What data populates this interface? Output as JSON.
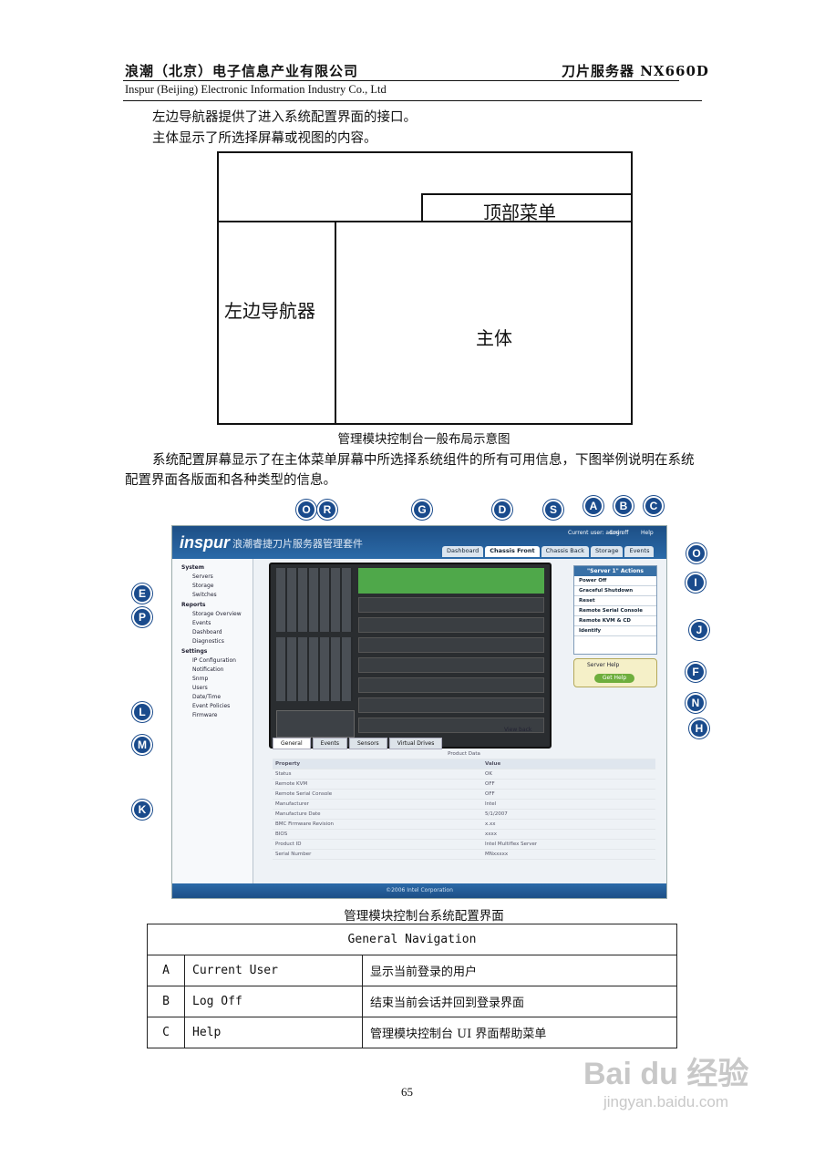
{
  "header": {
    "company_cn": "浪潮（北京）电子信息产业有限公司",
    "product": "刀片服务器 NX660D",
    "company_en": "Inspur (Beijing) Electronic Information Industry Co., Ltd"
  },
  "intro": {
    "line1": "左边导航器提供了进入系统配置界面的接口。",
    "line2": "主体显示了所选择屏幕或视图的内容。"
  },
  "layout_diagram": {
    "top_menu": "顶部菜单",
    "left_nav": "左边导航器",
    "main": "主体",
    "caption": "管理模块控制台一般布局示意图"
  },
  "paragraph": "系统配置屏幕显示了在主体菜单屏幕中所选择系统组件的所有可用信息，下图举例说明在系统配置界面各版面和各种类型的信息。",
  "screenshot": {
    "logo": "inspur",
    "suite_title": "浪潮睿捷刀片服务器管理套件",
    "current_user": "Current user: admin",
    "log_off": "Log off",
    "help": "Help",
    "tabs": [
      "Dashboard",
      "Chassis Front",
      "Chassis Back",
      "Storage",
      "Events"
    ],
    "nav": [
      "System",
      "Servers",
      "Storage",
      "Switches",
      "Reports",
      "Storage Overview",
      "Events",
      "Dashboard",
      "Diagnostics",
      "Settings",
      "IP Configuration",
      "Notification",
      "Snmp",
      "Users",
      "Date/Time",
      "Event Policies",
      "Firmware"
    ],
    "actions_title": "\"Server 1\" Actions",
    "actions": [
      "Power Off",
      "Graceful Shutdown",
      "Reset",
      "Remote Serial Console",
      "Remote KVM & CD",
      "Identify"
    ],
    "server_help": "Server Help",
    "get_help": "Get Help",
    "view_back": "View back",
    "panel_tabs": [
      "General",
      "Events",
      "Sensors",
      "Virtual Drives"
    ],
    "product_data": "Product Data",
    "col_property": "Property",
    "col_value": "Value",
    "rows": [
      [
        "Status",
        "OK"
      ],
      [
        "Remote KVM",
        "OFF"
      ],
      [
        "Remote Serial Console",
        "OFF"
      ],
      [
        "Manufacturer",
        "Intel"
      ],
      [
        "Manufacture Date",
        "5/1/2007"
      ],
      [
        "BMC Firmware Revision",
        "x.xx"
      ],
      [
        "BIOS",
        "xxxx"
      ],
      [
        "Product ID",
        "Intel Multiflex Server"
      ],
      [
        "Serial Number",
        "MNxxxxx"
      ]
    ],
    "footer": "©2006 Intel Corporation",
    "callouts": [
      "O",
      "R",
      "G",
      "D",
      "S",
      "A",
      "B",
      "C",
      "O",
      "I",
      "E",
      "P",
      "J",
      "F",
      "N",
      "L",
      "H",
      "M",
      "K"
    ]
  },
  "screenshot_caption": "管理模块控制台系统配置界面",
  "table": {
    "title": "General Navigation",
    "rows": [
      [
        "A",
        "Current User",
        "显示当前登录的用户"
      ],
      [
        "B",
        "Log Off",
        "结束当前会话并回到登录界面"
      ],
      [
        "C",
        "Help",
        "管理模块控制台 UI 界面帮助菜单"
      ]
    ]
  },
  "page_number": "65",
  "watermark": {
    "brand": "Bai du 经验",
    "url": "jingyan.baidu.com"
  }
}
